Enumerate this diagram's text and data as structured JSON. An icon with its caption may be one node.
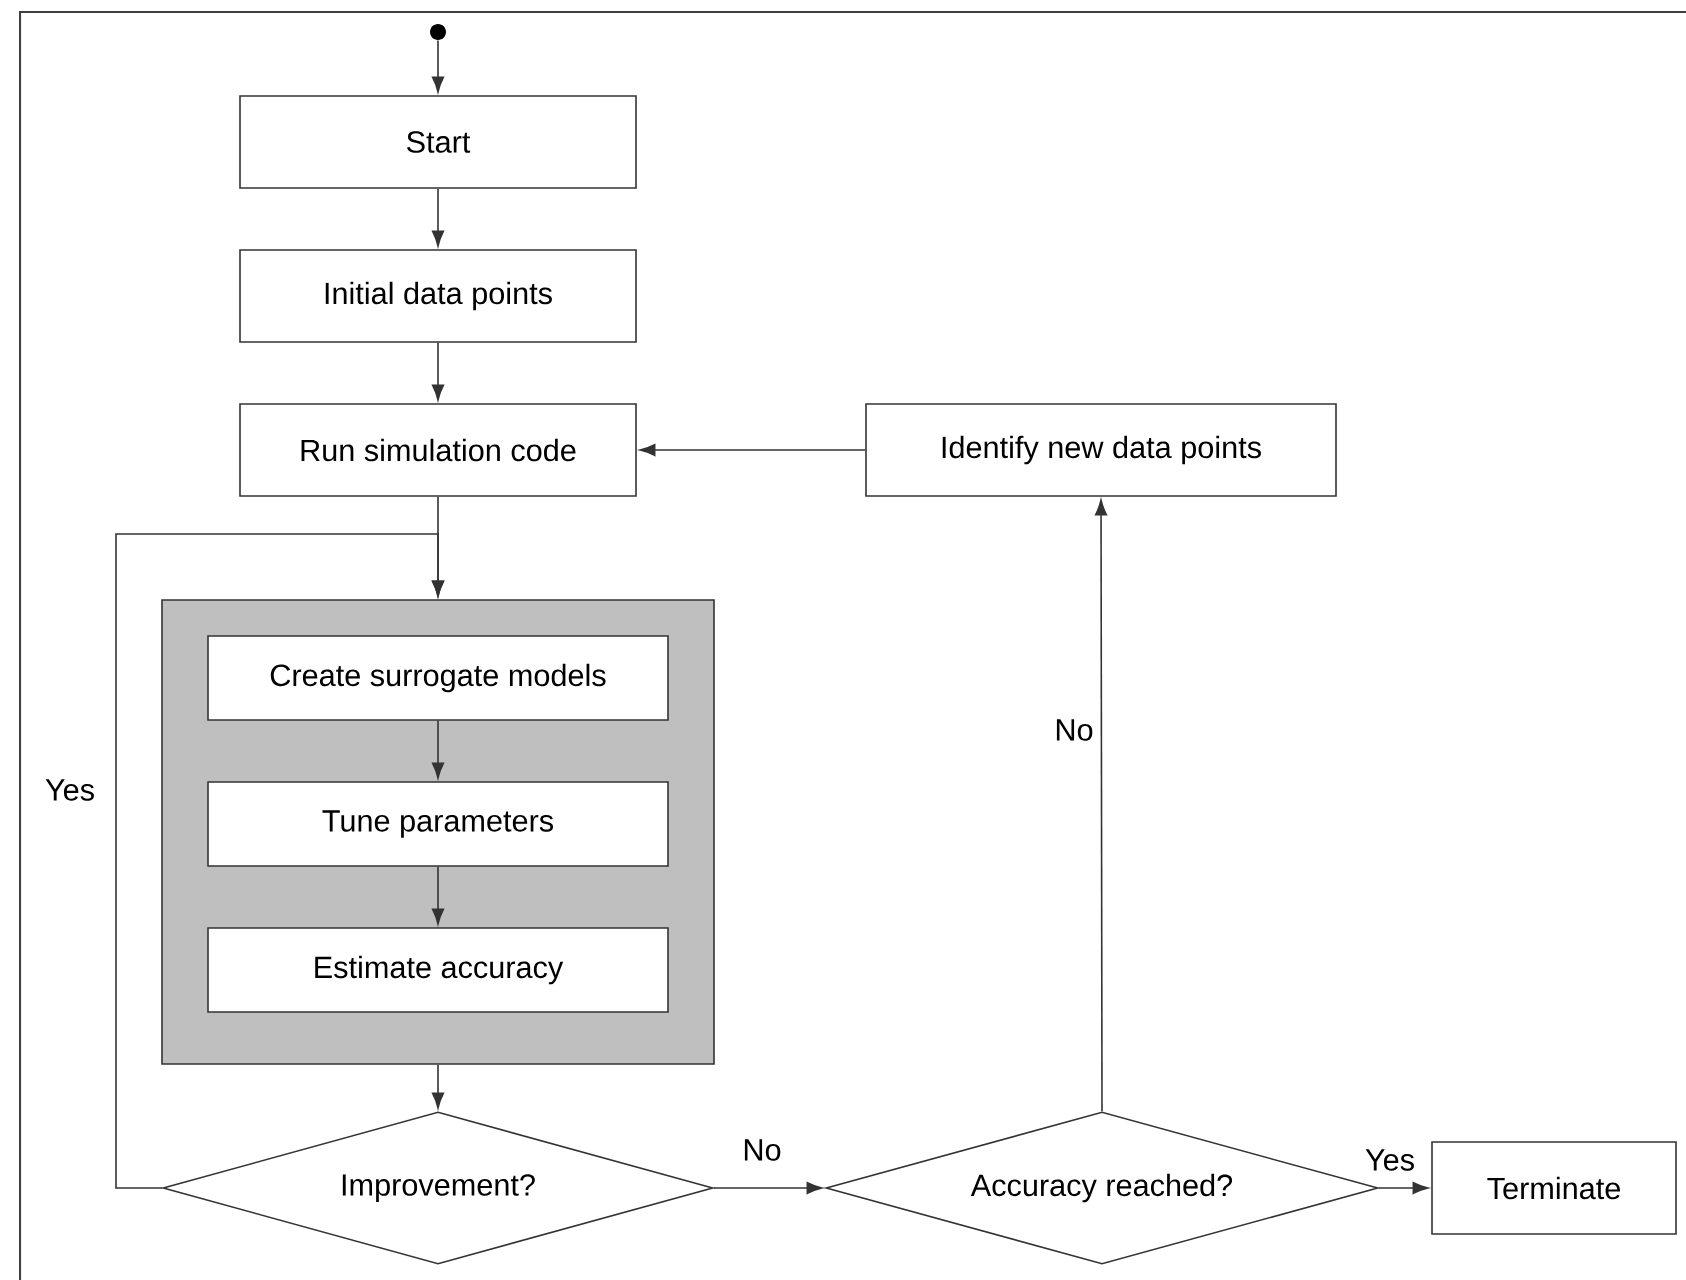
{
  "diagram": {
    "nodes": [
      {
        "text": [],
        "shape": "circle"
      },
      {
        "text": [
          "Start"
        ]
      },
      {
        "text": [
          "Initial data points"
        ]
      },
      {
        "text": [
          "Run simulation code"
        ]
      },
      {
        "text": [
          "Identify new data points"
        ]
      },
      {
        "text": [],
        "shape": "box"
      },
      {
        "text": [
          "Create surrogate models"
        ],
        "in": 5
      },
      {
        "text": [
          "Tune parameters"
        ],
        "in": 5
      },
      {
        "text": [
          "Estimate accuracy"
        ],
        "in": 5
      },
      {
        "text": [
          "Improvement?"
        ]
      },
      {
        "text": [
          "Accuracy reached?"
        ]
      },
      {
        "text": [
          "Terminate"
        ]
      }
    ],
    "edges": [
      {
        "from": 0,
        "to": 1,
        "arrow": "to"
      },
      {
        "from": 1,
        "to": 2,
        "arrow": "to"
      },
      {
        "from": 2,
        "to": 3,
        "arrow": "to"
      },
      {
        "from": 3,
        "to": 5,
        "arrow": "to"
      },
      {
        "from": 6,
        "to": 7,
        "arrow": "to"
      },
      {
        "from": 7,
        "to": 8,
        "arrow": "to"
      },
      {
        "from": 5,
        "to": 9,
        "arrow": "to"
      },
      {
        "from": 9,
        "to": 5,
        "arrow": "to",
        "label": "Yes"
      },
      {
        "from": 9,
        "to": 10,
        "arrow": "to",
        "label": "No"
      },
      {
        "from": 10,
        "to": 11,
        "arrow": "to",
        "label": "Yes"
      },
      {
        "from": 10,
        "to": 4,
        "arrow": "to",
        "label": "No"
      },
      {
        "from": 4,
        "to": 3,
        "arrow": "to"
      }
    ]
  }
}
